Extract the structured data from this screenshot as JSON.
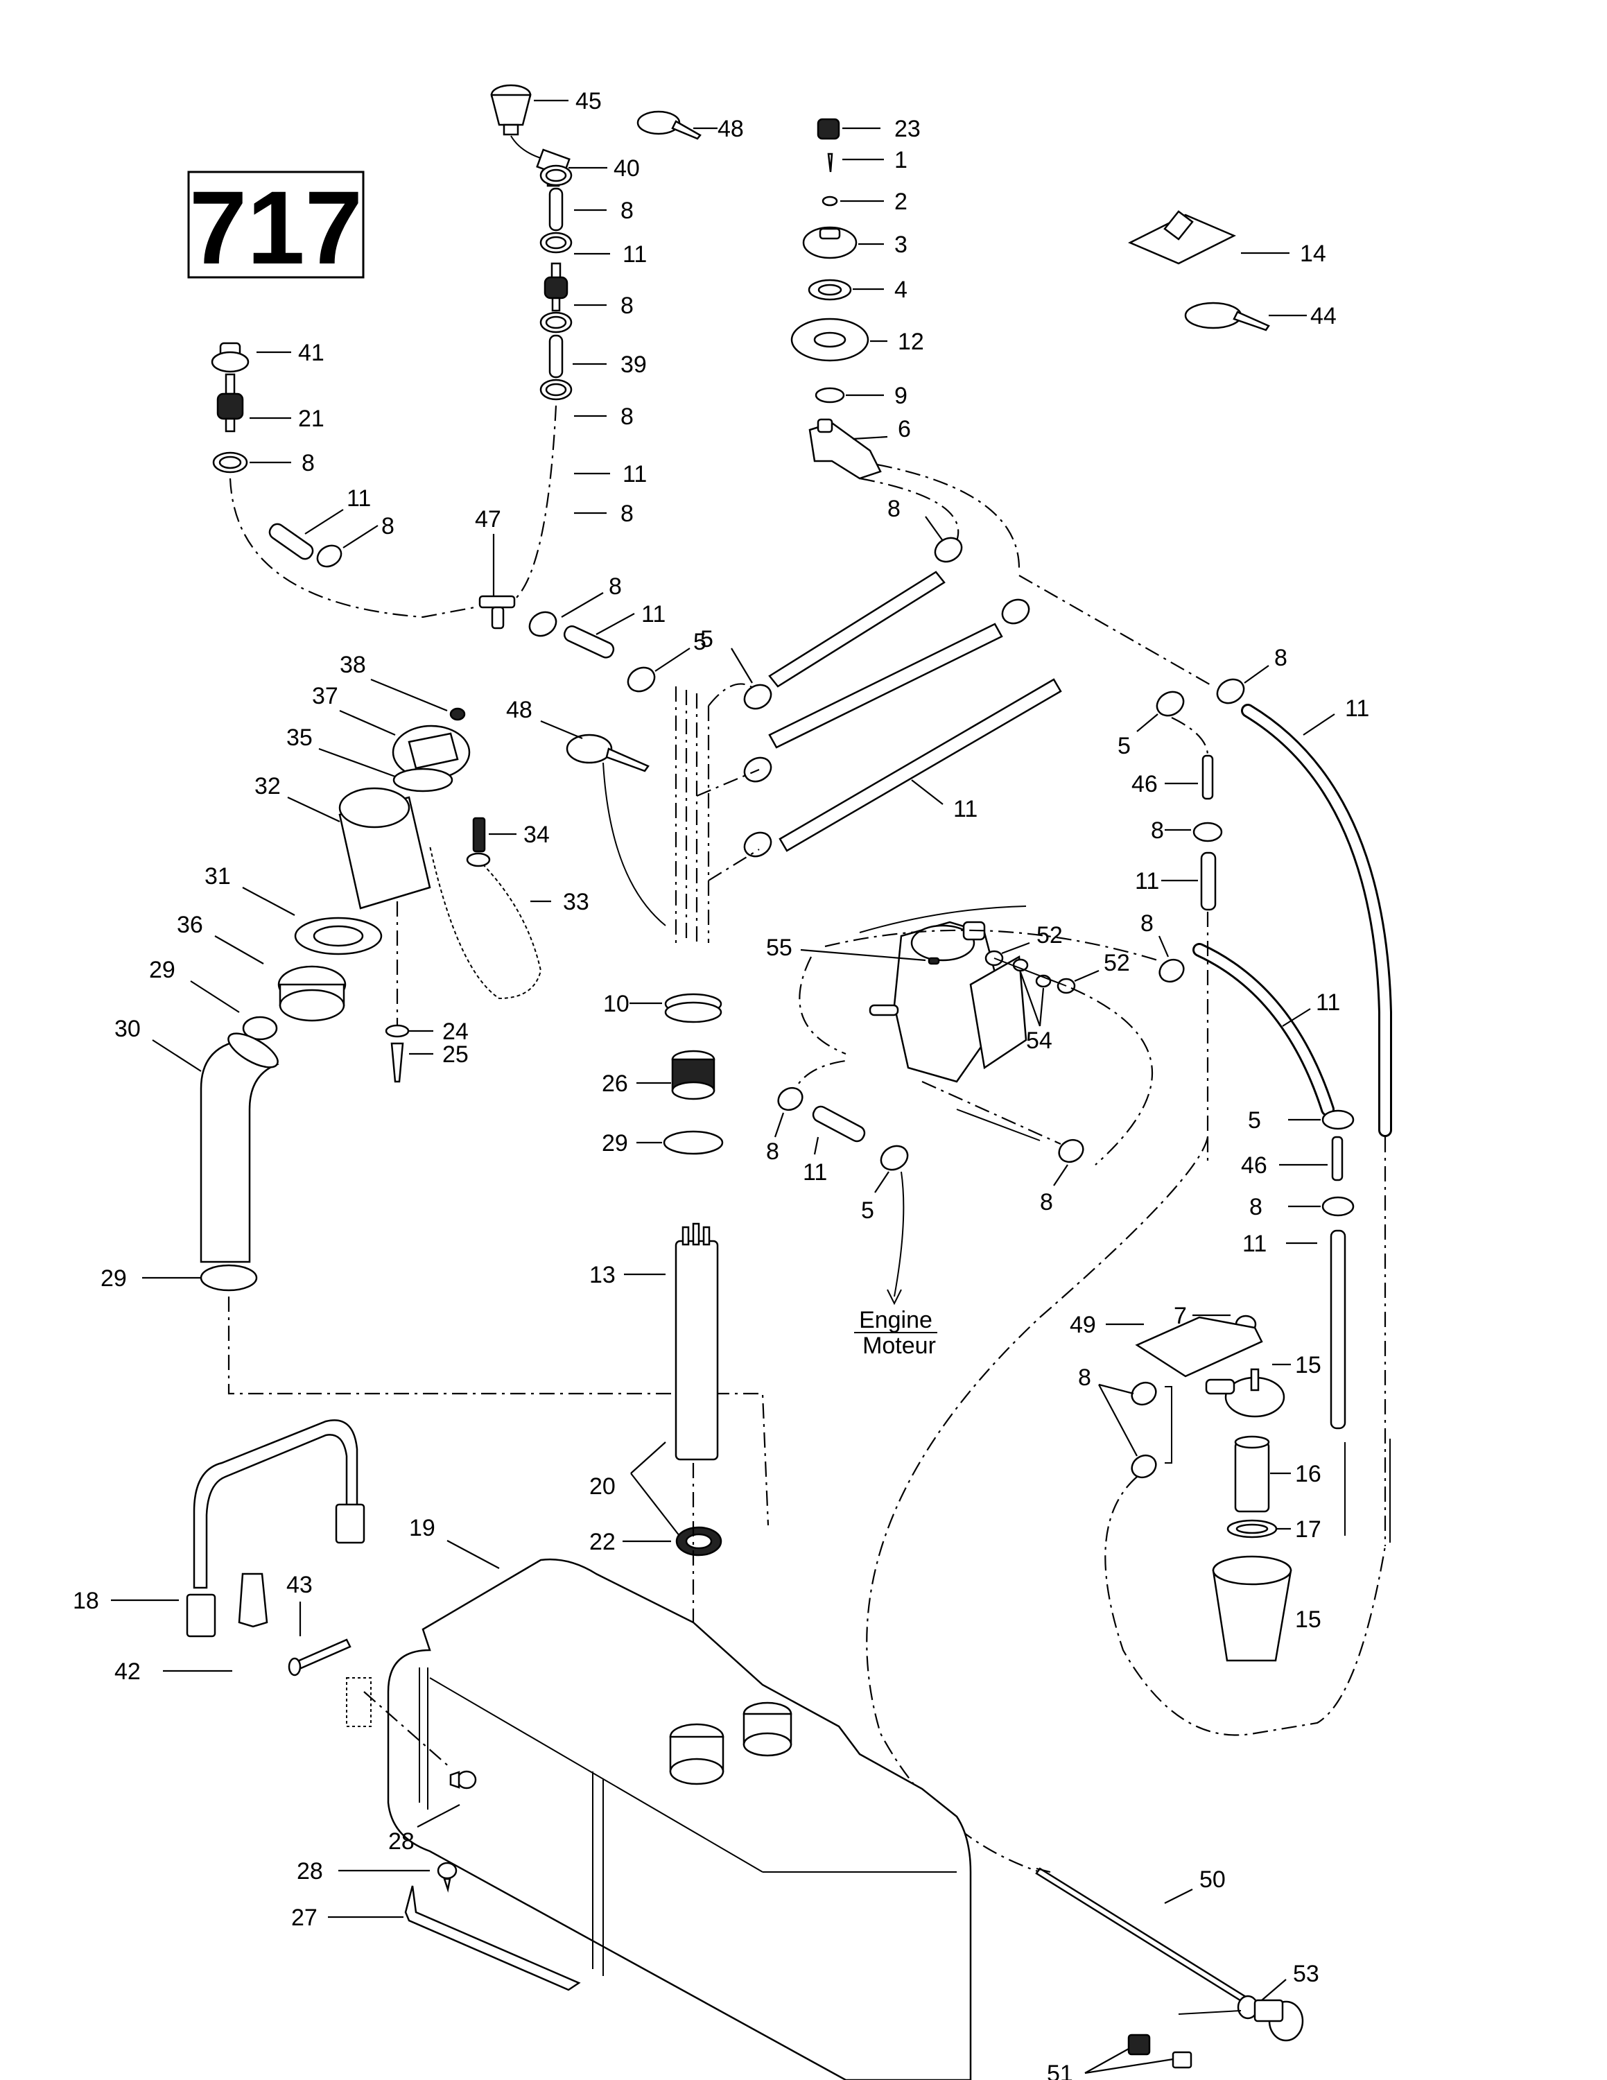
{
  "diagram": {
    "page_number": "717",
    "engine_label": "Engine",
    "moteur_label": "Moteur",
    "callouts": [
      {
        "id": "c45",
        "text": "45"
      },
      {
        "id": "c48a",
        "text": "48"
      },
      {
        "id": "c40",
        "text": "40"
      },
      {
        "id": "c8a",
        "text": "8"
      },
      {
        "id": "c11a",
        "text": "11"
      },
      {
        "id": "c8b",
        "text": "8"
      },
      {
        "id": "c39",
        "text": "39"
      },
      {
        "id": "c8c",
        "text": "8"
      },
      {
        "id": "c11b",
        "text": "11"
      },
      {
        "id": "c8d",
        "text": "8"
      },
      {
        "id": "c41",
        "text": "41"
      },
      {
        "id": "c21",
        "text": "21"
      },
      {
        "id": "c8e",
        "text": "8"
      },
      {
        "id": "c11c",
        "text": "11"
      },
      {
        "id": "c8f",
        "text": "8"
      },
      {
        "id": "c47",
        "text": "47"
      },
      {
        "id": "c8g",
        "text": "8"
      },
      {
        "id": "c11d",
        "text": "11"
      },
      {
        "id": "c5a",
        "text": "5"
      },
      {
        "id": "c5b",
        "text": "5"
      },
      {
        "id": "c23",
        "text": "23"
      },
      {
        "id": "c1",
        "text": "1"
      },
      {
        "id": "c2",
        "text": "2"
      },
      {
        "id": "c3",
        "text": "3"
      },
      {
        "id": "c4",
        "text": "4"
      },
      {
        "id": "c12",
        "text": "12"
      },
      {
        "id": "c9",
        "text": "9"
      },
      {
        "id": "c6",
        "text": "6"
      },
      {
        "id": "c14",
        "text": "14"
      },
      {
        "id": "c44",
        "text": "44"
      },
      {
        "id": "c8h",
        "text": "8"
      },
      {
        "id": "c8i",
        "text": "8"
      },
      {
        "id": "c11e",
        "text": "11"
      },
      {
        "id": "c11f",
        "text": "11"
      },
      {
        "id": "c5c",
        "text": "5"
      },
      {
        "id": "c46a",
        "text": "46"
      },
      {
        "id": "c8j",
        "text": "8"
      },
      {
        "id": "c11g",
        "text": "11"
      },
      {
        "id": "c8k",
        "text": "8"
      },
      {
        "id": "c11h",
        "text": "11"
      },
      {
        "id": "c38",
        "text": "38"
      },
      {
        "id": "c37",
        "text": "37"
      },
      {
        "id": "c35",
        "text": "35"
      },
      {
        "id": "c32",
        "text": "32"
      },
      {
        "id": "c34",
        "text": "34"
      },
      {
        "id": "c33",
        "text": "33"
      },
      {
        "id": "c31",
        "text": "31"
      },
      {
        "id": "c36",
        "text": "36"
      },
      {
        "id": "c29a",
        "text": "29"
      },
      {
        "id": "c24",
        "text": "24"
      },
      {
        "id": "c30",
        "text": "30"
      },
      {
        "id": "c25",
        "text": "25"
      },
      {
        "id": "c48b",
        "text": "48"
      },
      {
        "id": "c10",
        "text": "10"
      },
      {
        "id": "c26",
        "text": "26"
      },
      {
        "id": "c29b",
        "text": "29"
      },
      {
        "id": "c29c",
        "text": "29"
      },
      {
        "id": "c55",
        "text": "55"
      },
      {
        "id": "c52a",
        "text": "52"
      },
      {
        "id": "c52b",
        "text": "52"
      },
      {
        "id": "c54",
        "text": "54"
      },
      {
        "id": "c8l",
        "text": "8"
      },
      {
        "id": "c11i",
        "text": "11"
      },
      {
        "id": "c5d",
        "text": "5"
      },
      {
        "id": "c8m",
        "text": "8"
      },
      {
        "id": "c5e",
        "text": "5"
      },
      {
        "id": "c46b",
        "text": "46"
      },
      {
        "id": "c8n",
        "text": "8"
      },
      {
        "id": "c11j",
        "text": "11"
      },
      {
        "id": "c13",
        "text": "13"
      },
      {
        "id": "c7",
        "text": "7"
      },
      {
        "id": "c49",
        "text": "49"
      },
      {
        "id": "c15a",
        "text": "15"
      },
      {
        "id": "c8o",
        "text": "8"
      },
      {
        "id": "c16",
        "text": "16"
      },
      {
        "id": "c17",
        "text": "17"
      },
      {
        "id": "c15b",
        "text": "15"
      },
      {
        "id": "c20",
        "text": "20"
      },
      {
        "id": "c22",
        "text": "22"
      },
      {
        "id": "c19",
        "text": "19"
      },
      {
        "id": "c18",
        "text": "18"
      },
      {
        "id": "c43",
        "text": "43"
      },
      {
        "id": "c42",
        "text": "42"
      },
      {
        "id": "c28a",
        "text": "28"
      },
      {
        "id": "c28b",
        "text": "28"
      },
      {
        "id": "c27",
        "text": "27"
      },
      {
        "id": "c50",
        "text": "50"
      },
      {
        "id": "c53",
        "text": "53"
      },
      {
        "id": "c51",
        "text": "51"
      }
    ]
  }
}
